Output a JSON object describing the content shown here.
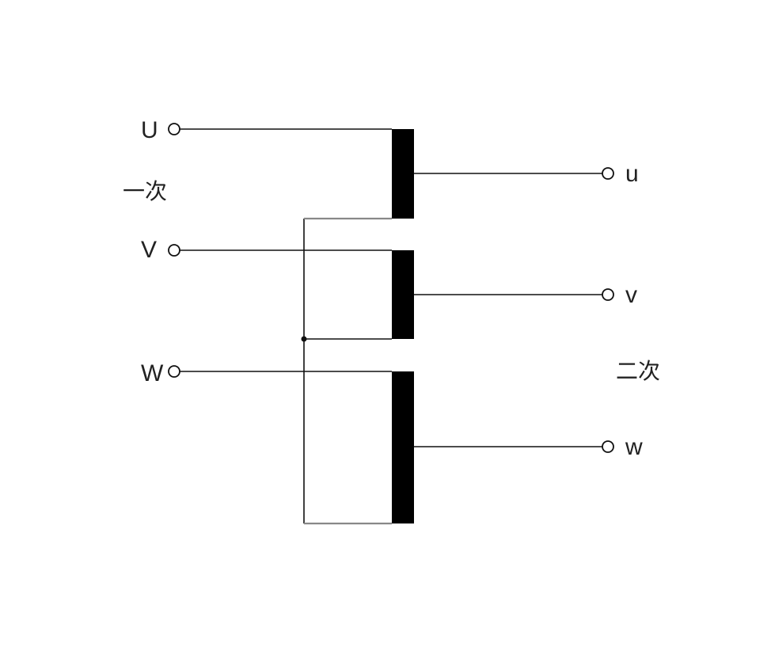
{
  "primary": {
    "label": "一次",
    "terminals": {
      "u": "U",
      "v": "V",
      "w": "W"
    }
  },
  "secondary": {
    "label": "二次",
    "terminals": {
      "u": "u",
      "v": "v",
      "w": "w"
    }
  }
}
